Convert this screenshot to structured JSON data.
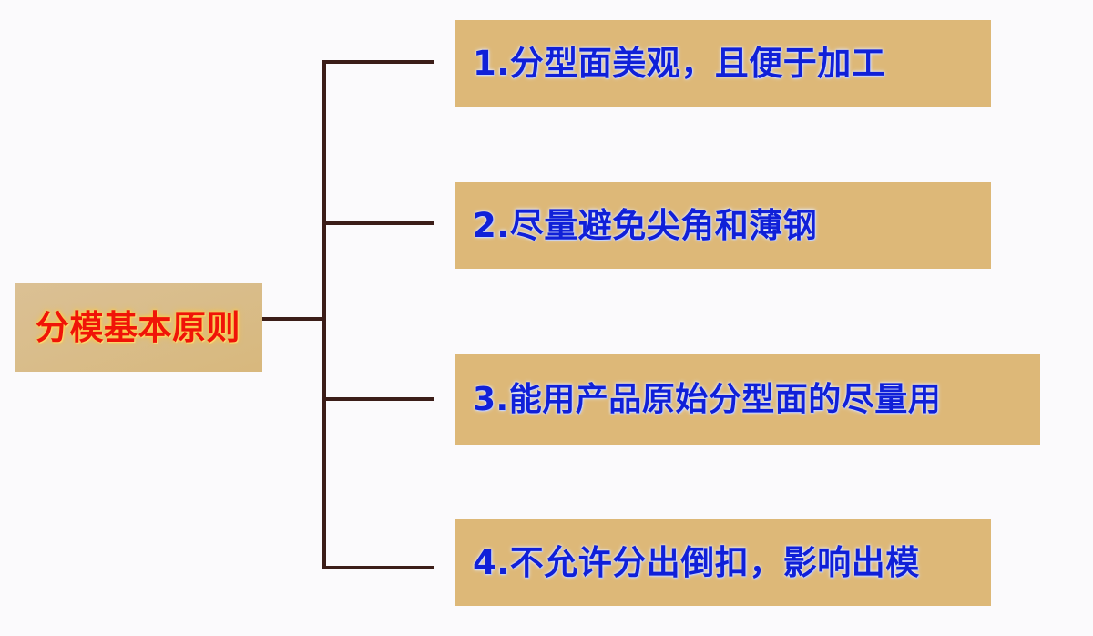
{
  "diagram": {
    "type": "tree",
    "title": "分模基本原则",
    "root": {
      "label": "分模基本原则",
      "text_color": "#f01408",
      "box_color": "#dbc094"
    },
    "branches": [
      {
        "index": "1",
        "label": "1.分型面美观，且便于加工",
        "text_color": "#1020d8",
        "box_color": "#ddb878"
      },
      {
        "index": "2",
        "label": "2.尽量避免尖角和薄钢",
        "text_color": "#1020d8",
        "box_color": "#ddb878"
      },
      {
        "index": "3",
        "label": "3.能用产品原始分型面的尽量用",
        "text_color": "#1020d8",
        "box_color": "#ddb878"
      },
      {
        "index": "4",
        "label": "4.不允许分出倒扣，影响出模",
        "text_color": "#1020d8",
        "box_color": "#ddb878"
      }
    ],
    "connector_color": "#3b1d18",
    "background_color": "#fbfafc"
  }
}
